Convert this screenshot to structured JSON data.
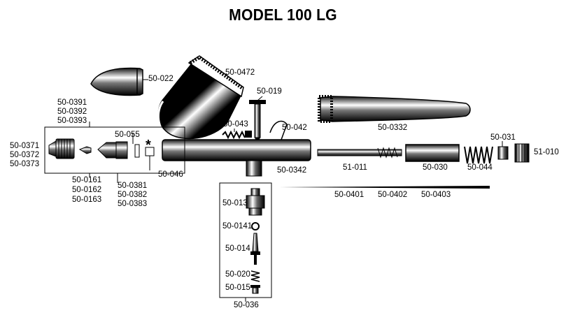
{
  "title": "MODEL 100 LG",
  "marker": "*",
  "parts": {
    "p50_022": "50-022",
    "p50_0472": "50-0472",
    "p50_019": "50-019",
    "p50_0332": "50-0332",
    "p50_0391": "50-0391",
    "p50_0392": "50-0392",
    "p50_0393": "50-0393",
    "p50_043": "50-043",
    "p50_042": "50-042",
    "p50_055": "50-055",
    "p50_0371": "50-0371",
    "p50_0372": "50-0372",
    "p50_0373": "50-0373",
    "p50_046": "50-046",
    "p50_0342": "50-0342",
    "p51_011": "51-011",
    "p50_030": "50-030",
    "p50_044": "50-044",
    "p50_031": "50-031",
    "p51_010": "51-010",
    "p50_0161": "50-0161",
    "p50_0162": "50-0162",
    "p50_0163": "50-0163",
    "p50_0381": "50-0381",
    "p50_0382": "50-0382",
    "p50_0383": "50-0383",
    "p50_0401": "50-0401",
    "p50_0402": "50-0402",
    "p50_0403": "50-0403",
    "p50_013": "50-013",
    "p50_0141": "50-0141",
    "p50_014": "50-014",
    "p50_020": "50-020",
    "p50_015": "50-015",
    "p50_036": "50-036"
  }
}
